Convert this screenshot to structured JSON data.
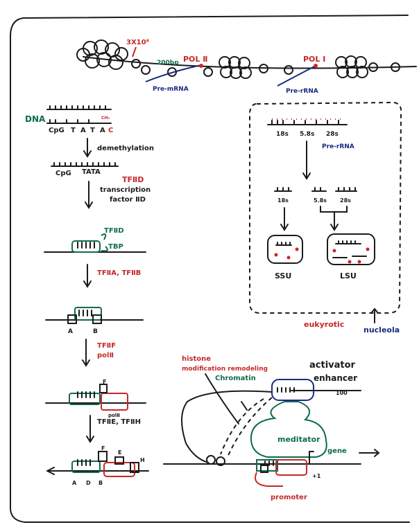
{
  "top": {
    "count_label": "3X10⁸",
    "bp_label": "200bp",
    "pol2_label": "POL Ⅱ",
    "pol1_label": "POL Ⅰ",
    "pre_mrna": "Pre-mRNA",
    "pre_rrna": "Pre-rRNA"
  },
  "left": {
    "dna_label": "DNA",
    "seq1": [
      "CpG",
      "T",
      "A",
      "T",
      "A",
      "C"
    ],
    "ch3": "CH₃",
    "demethylation": "demethylation",
    "seq2": [
      "CpG",
      "TATA"
    ],
    "tfiid": "TFⅡD",
    "tf_line1": "transcription",
    "tf_line2": "factor ⅡD",
    "tfiid_2": "TFⅡD",
    "tbp": "TBP",
    "tfiia_b": "TFⅡA, TFⅡB",
    "box_a": "A",
    "box_b": "B",
    "tfiif": "TFⅡF",
    "pol2": "polⅡ",
    "f_mark": "F",
    "pol2_small": "polⅡ",
    "tfiie_h": "TFⅡE, TFⅡH",
    "final_labels": [
      "A",
      "D",
      "B",
      "F",
      "E",
      "H"
    ]
  },
  "nucleolus": {
    "rrna_labels": [
      "18s",
      "5.8s",
      "28s"
    ],
    "pre_rrna": "Pre-rRNA",
    "split_labels": [
      "18s",
      "5.8s",
      "28s"
    ],
    "ssu": "SSU",
    "lsu": "LSU",
    "eukaryotic": "eukyrotic",
    "nucleola": "nucleola"
  },
  "enhancer": {
    "histone": "histone",
    "modification": "modification remodeling",
    "chromatin": "Chromatin",
    "activator": "activator",
    "enhancer": "enhancer",
    "distance": "100",
    "mediator": "meditator",
    "gene": "gene",
    "promoter": "promoter",
    "plus1": "+1"
  }
}
